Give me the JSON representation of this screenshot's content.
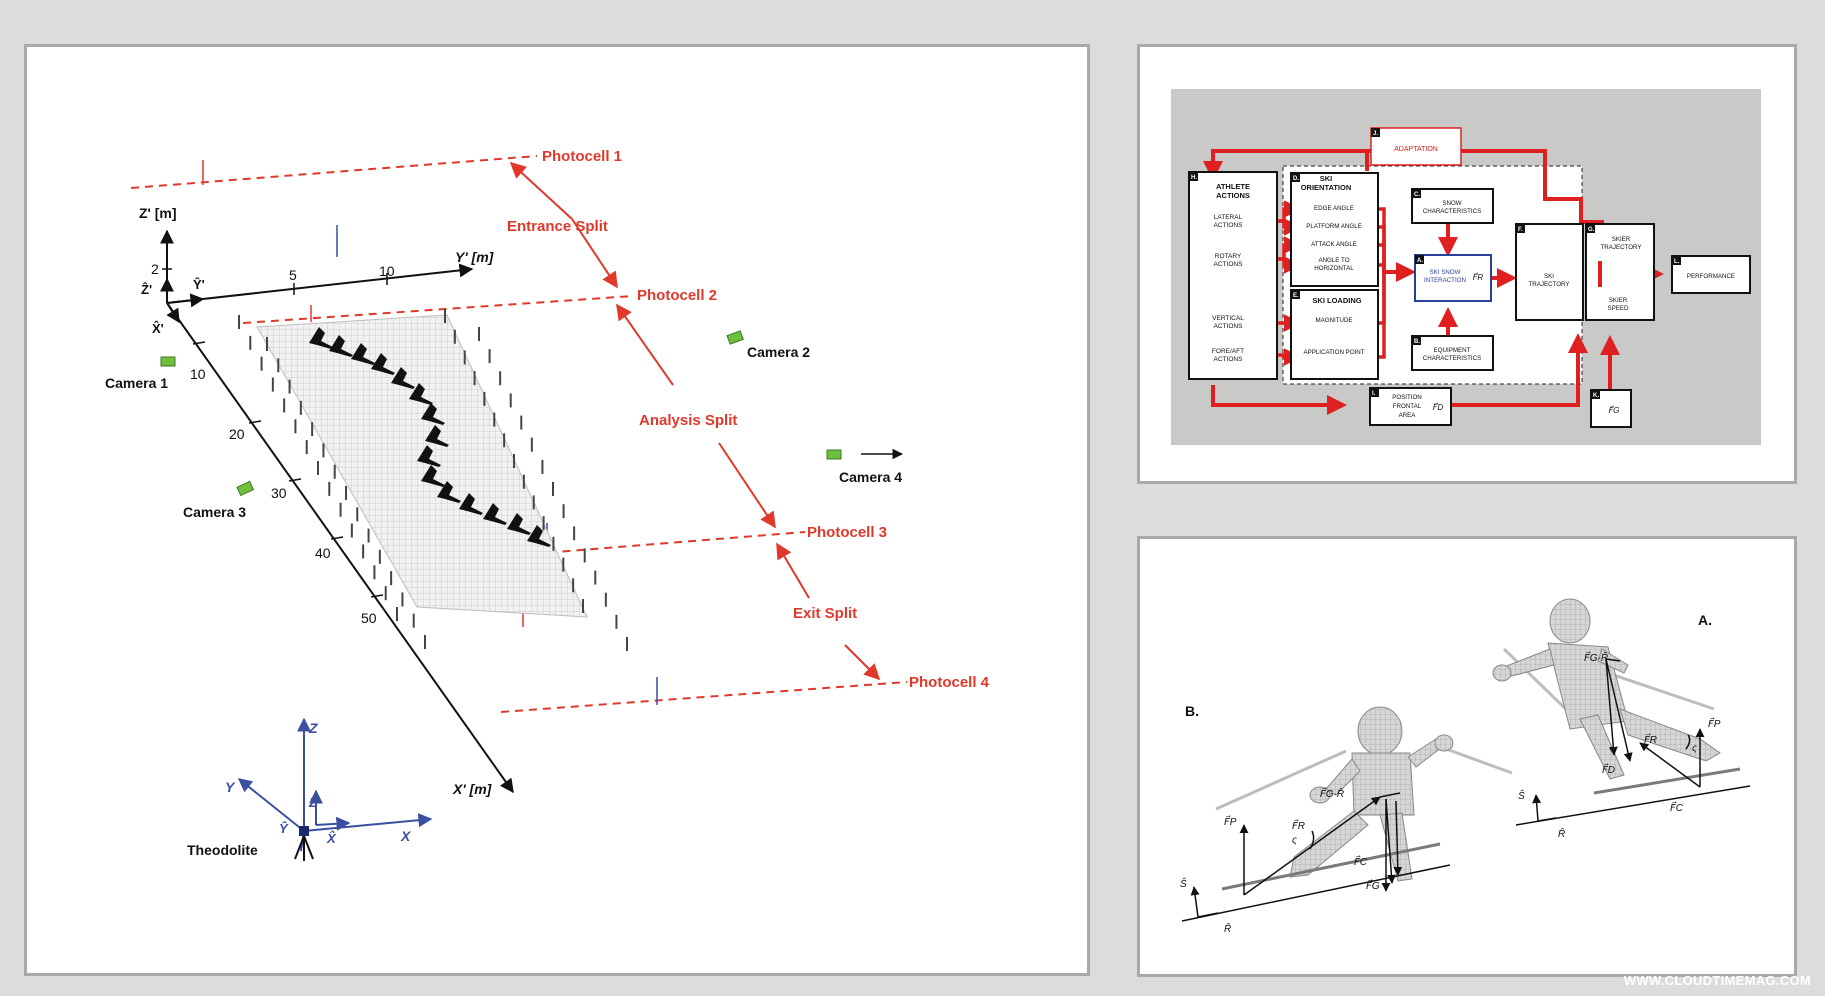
{
  "track_setup": {
    "photocells": [
      "Photocell 1",
      "Photocell 2",
      "Photocell 3",
      "Photocell 4"
    ],
    "splits": [
      "Entrance Split",
      "Analysis Split",
      "Exit Split"
    ],
    "cameras": [
      "Camera 1",
      "Camera 2",
      "Camera 3",
      "Camera 4"
    ],
    "axes": {
      "z_prime": "Z' [m]",
      "y_prime": "Y' [m]",
      "x_prime": "X' [m]",
      "z_hat": "Ẑ'",
      "y_hat": "Ŷ'",
      "x_hat": "X̂'"
    },
    "z_ticks": [
      "2"
    ],
    "y_ticks": [
      "5",
      "10"
    ],
    "x_ticks": [
      "10",
      "20",
      "30",
      "40",
      "50"
    ],
    "theodolite": {
      "label": "Theodolite",
      "axes": [
        "Z",
        "Y",
        "X",
        "Ẑ",
        "Ŷ",
        "X̂"
      ]
    },
    "colors": {
      "red": "#e0392b",
      "blue": "#3a4fa0",
      "camera": "#6fbf3f"
    }
  },
  "flow_diagram": {
    "adaptation": {
      "tag": "J.",
      "label": "ADAPTATION"
    },
    "athlete": {
      "tag": "H.",
      "title": [
        "ATHLETE",
        "ACTIONS"
      ],
      "items": [
        [
          "LATERAL",
          "ACTIONS"
        ],
        [
          "ROTARY",
          "ACTIONS"
        ],
        [
          "VERTICAL",
          "ACTIONS"
        ],
        [
          "FORE/AFT",
          "ACTIONS"
        ]
      ]
    },
    "ski_orientation": {
      "tag": "D.",
      "title": [
        "SKI",
        "ORIENTATION"
      ],
      "items": [
        [
          "EDGE ANGLE"
        ],
        [
          "PLATFORM ANGLE"
        ],
        [
          "ATTACK ANGLE"
        ],
        [
          "ANGLE TO",
          "HORIZONTAL"
        ]
      ]
    },
    "ski_loading": {
      "tag": "E.",
      "title": [
        "SKI LOADING"
      ],
      "items": [
        [
          "MAGNITUDE"
        ],
        [
          "APPLICATION POINT"
        ]
      ]
    },
    "snow": {
      "tag": "C.",
      "label": [
        "SNOW",
        "CHARACTERISTICS"
      ]
    },
    "interaction": {
      "tag": "A.",
      "label": [
        "SKI SNOW",
        "INTERACTION"
      ],
      "symbol": "F⃗R"
    },
    "equipment": {
      "tag": "B.",
      "label": [
        "EQUIPMENT",
        "CHARACTERISTICS"
      ]
    },
    "trajectory": {
      "tag": "F.",
      "label": [
        "SKI",
        "TRAJECTORY"
      ]
    },
    "skier": {
      "tag": "G.",
      "top": [
        "SKIER",
        "TRAJECTORY"
      ],
      "bottom": [
        "SKIER",
        "SPEED"
      ]
    },
    "performance": {
      "tag": "L.",
      "label": "PERFORMANCE"
    },
    "position": {
      "tag": "I.",
      "label": [
        "POSITION",
        "FRONTAL",
        "AREA"
      ],
      "symbol": "F⃗D"
    },
    "gravity": {
      "tag": "K.",
      "symbol": "F⃗G"
    },
    "colors": {
      "red": "#e02020",
      "blue": "#2a3f9a",
      "bg": "#c9c9c7"
    }
  },
  "skier_figure": {
    "label_a": "A.",
    "label_b": "B.",
    "forces_b": [
      "F⃗P",
      "F⃗R",
      "F⃗G·R̂",
      "F⃗C",
      "F⃗G",
      "Ŝ",
      "R̂",
      "ς"
    ],
    "forces_a": [
      "F⃗G·R̂",
      "F⃗P",
      "F⃗R",
      "F⃗D",
      "F⃗C",
      "Ŝ",
      "R̂",
      "ς"
    ]
  },
  "watermark": "WWW.CLOUDTIMEMAG.COM"
}
